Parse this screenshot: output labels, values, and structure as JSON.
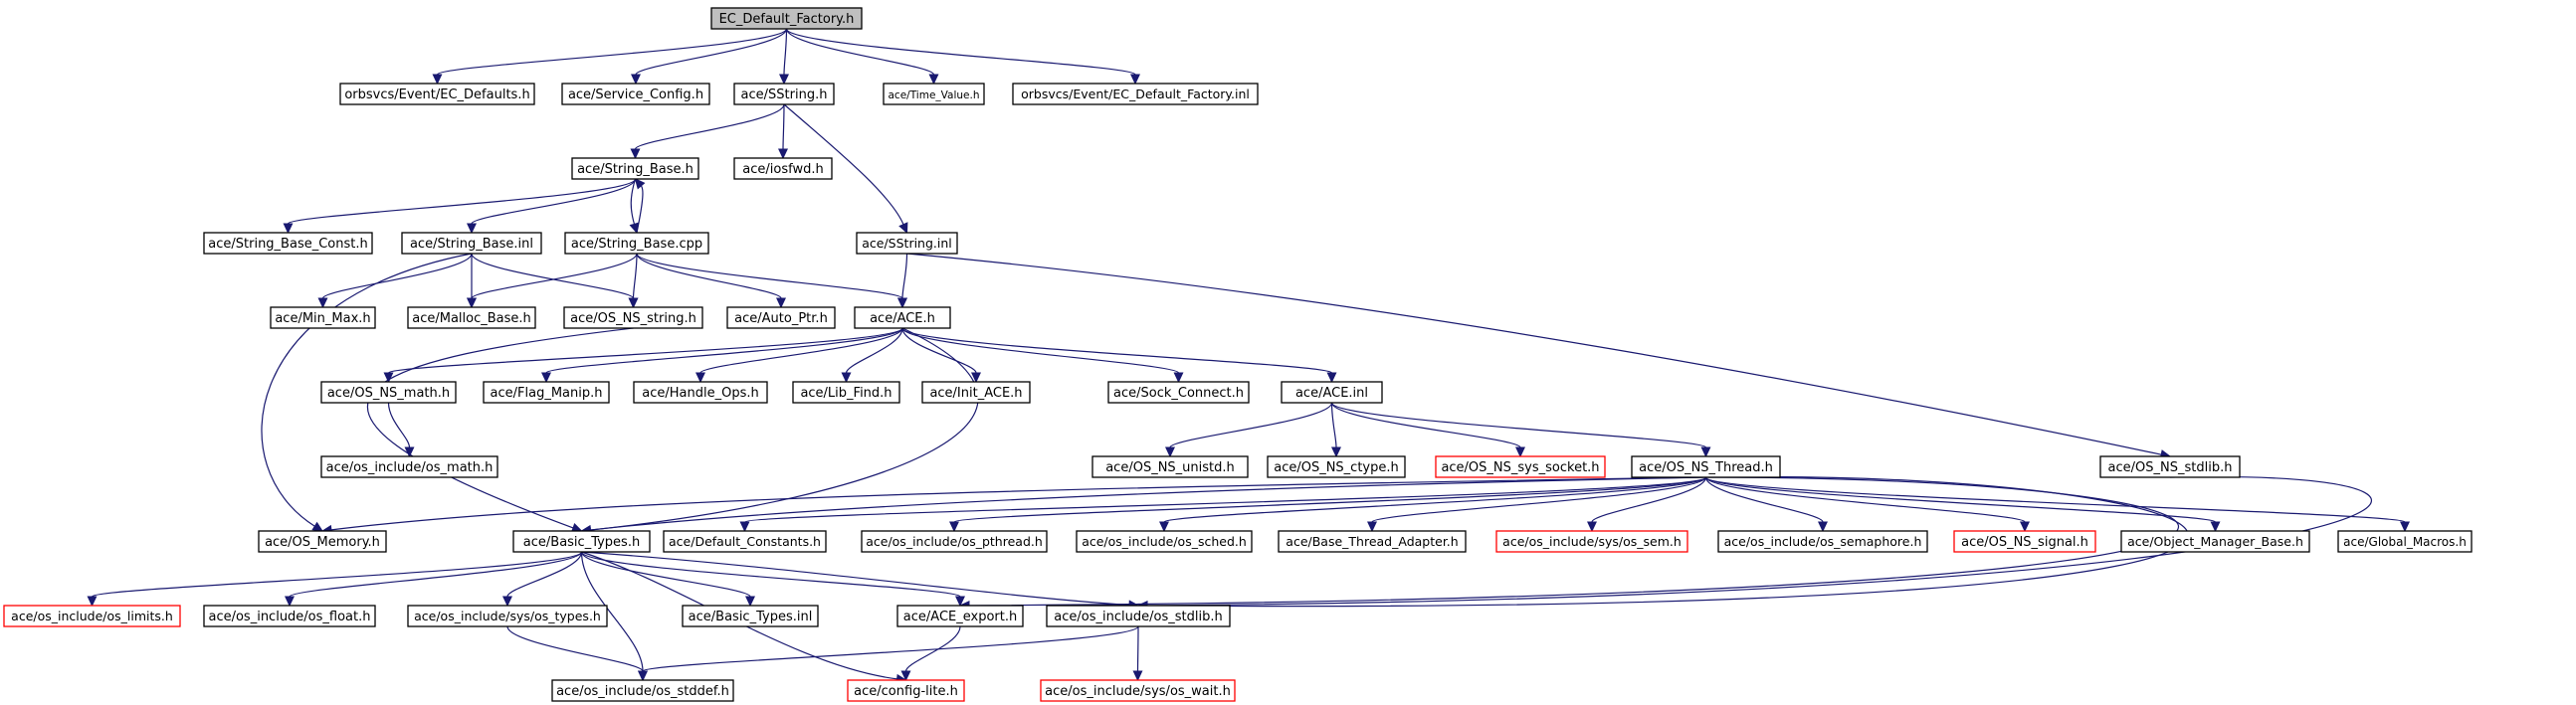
{
  "diagram": {
    "type": "include-dependency-graph",
    "colors": {
      "edge": "#191970",
      "root_fill": "#bfbfbf",
      "node_border": "#000000",
      "missing_border": "#ff0000"
    },
    "nodes": [
      {
        "id": "root",
        "label": "EC_Default_Factory.h",
        "kind": "root"
      },
      {
        "id": "ec_defaults",
        "label": "orbsvcs/Event/EC_Defaults.h",
        "kind": "normal"
      },
      {
        "id": "service_config",
        "label": "ace/Service_Config.h",
        "kind": "normal"
      },
      {
        "id": "sstring_h",
        "label": "ace/SString.h",
        "kind": "normal"
      },
      {
        "id": "time_value",
        "label": "ace/Time_Value.h",
        "kind": "normal"
      },
      {
        "id": "ec_factory_inl",
        "label": "orbsvcs/Event/EC_Default_Factory.inl",
        "kind": "normal"
      },
      {
        "id": "string_base_h",
        "label": "ace/String_Base.h",
        "kind": "normal"
      },
      {
        "id": "iosfwd",
        "label": "ace/iosfwd.h",
        "kind": "normal"
      },
      {
        "id": "string_base_const",
        "label": "ace/String_Base_Const.h",
        "kind": "normal"
      },
      {
        "id": "string_base_inl",
        "label": "ace/String_Base.inl",
        "kind": "normal"
      },
      {
        "id": "string_base_cpp",
        "label": "ace/String_Base.cpp",
        "kind": "normal"
      },
      {
        "id": "sstring_inl",
        "label": "ace/SString.inl",
        "kind": "normal"
      },
      {
        "id": "min_max",
        "label": "ace/Min_Max.h",
        "kind": "normal"
      },
      {
        "id": "malloc_base",
        "label": "ace/Malloc_Base.h",
        "kind": "normal"
      },
      {
        "id": "os_ns_string",
        "label": "ace/OS_NS_string.h",
        "kind": "normal"
      },
      {
        "id": "auto_ptr",
        "label": "ace/Auto_Ptr.h",
        "kind": "normal"
      },
      {
        "id": "ace_h",
        "label": "ace/ACE.h",
        "kind": "normal"
      },
      {
        "id": "os_ns_math",
        "label": "ace/OS_NS_math.h",
        "kind": "normal"
      },
      {
        "id": "flag_manip",
        "label": "ace/Flag_Manip.h",
        "kind": "normal"
      },
      {
        "id": "handle_ops",
        "label": "ace/Handle_Ops.h",
        "kind": "normal"
      },
      {
        "id": "lib_find",
        "label": "ace/Lib_Find.h",
        "kind": "normal"
      },
      {
        "id": "init_ace",
        "label": "ace/Init_ACE.h",
        "kind": "normal"
      },
      {
        "id": "sock_connect",
        "label": "ace/Sock_Connect.h",
        "kind": "normal"
      },
      {
        "id": "ace_inl",
        "label": "ace/ACE.inl",
        "kind": "normal"
      },
      {
        "id": "os_math",
        "label": "ace/os_include/os_math.h",
        "kind": "normal"
      },
      {
        "id": "os_ns_unistd",
        "label": "ace/OS_NS_unistd.h",
        "kind": "normal"
      },
      {
        "id": "os_ns_ctype",
        "label": "ace/OS_NS_ctype.h",
        "kind": "normal"
      },
      {
        "id": "os_ns_sys_socket",
        "label": "ace/OS_NS_sys_socket.h",
        "kind": "missing"
      },
      {
        "id": "os_ns_thread",
        "label": "ace/OS_NS_Thread.h",
        "kind": "normal"
      },
      {
        "id": "os_ns_stdlib",
        "label": "ace/OS_NS_stdlib.h",
        "kind": "normal"
      },
      {
        "id": "os_memory",
        "label": "ace/OS_Memory.h",
        "kind": "normal"
      },
      {
        "id": "basic_types_h",
        "label": "ace/Basic_Types.h",
        "kind": "normal"
      },
      {
        "id": "default_constants",
        "label": "ace/Default_Constants.h",
        "kind": "normal"
      },
      {
        "id": "os_pthread",
        "label": "ace/os_include/os_pthread.h",
        "kind": "normal"
      },
      {
        "id": "os_sched",
        "label": "ace/os_include/os_sched.h",
        "kind": "normal"
      },
      {
        "id": "base_thread_adapter",
        "label": "ace/Base_Thread_Adapter.h",
        "kind": "normal"
      },
      {
        "id": "os_sem",
        "label": "ace/os_include/sys/os_sem.h",
        "kind": "missing"
      },
      {
        "id": "os_semaphore",
        "label": "ace/os_include/os_semaphore.h",
        "kind": "normal"
      },
      {
        "id": "os_ns_signal",
        "label": "ace/OS_NS_signal.h",
        "kind": "missing"
      },
      {
        "id": "object_manager_base",
        "label": "ace/Object_Manager_Base.h",
        "kind": "normal"
      },
      {
        "id": "global_macros",
        "label": "ace/Global_Macros.h",
        "kind": "normal"
      },
      {
        "id": "os_limits",
        "label": "ace/os_include/os_limits.h",
        "kind": "missing"
      },
      {
        "id": "os_float",
        "label": "ace/os_include/os_float.h",
        "kind": "normal"
      },
      {
        "id": "os_types",
        "label": "ace/os_include/sys/os_types.h",
        "kind": "normal"
      },
      {
        "id": "basic_types_inl",
        "label": "ace/Basic_Types.inl",
        "kind": "normal"
      },
      {
        "id": "ace_export",
        "label": "ace/ACE_export.h",
        "kind": "normal"
      },
      {
        "id": "os_stdlib",
        "label": "ace/os_include/os_stdlib.h",
        "kind": "normal"
      },
      {
        "id": "os_stddef",
        "label": "ace/os_include/os_stddef.h",
        "kind": "normal"
      },
      {
        "id": "config_lite",
        "label": "ace/config-lite.h",
        "kind": "missing"
      },
      {
        "id": "os_wait",
        "label": "ace/os_include/sys/os_wait.h",
        "kind": "missing"
      }
    ],
    "edges": [
      {
        "from": "root",
        "to": "ec_defaults"
      },
      {
        "from": "root",
        "to": "service_config"
      },
      {
        "from": "root",
        "to": "sstring_h"
      },
      {
        "from": "root",
        "to": "time_value"
      },
      {
        "from": "root",
        "to": "ec_factory_inl"
      },
      {
        "from": "sstring_h",
        "to": "string_base_h"
      },
      {
        "from": "sstring_h",
        "to": "iosfwd"
      },
      {
        "from": "sstring_h",
        "to": "sstring_inl"
      },
      {
        "from": "string_base_h",
        "to": "string_base_const"
      },
      {
        "from": "string_base_h",
        "to": "string_base_inl"
      },
      {
        "from": "string_base_h",
        "to": "string_base_cpp"
      },
      {
        "from": "string_base_cpp",
        "to": "string_base_h"
      },
      {
        "from": "string_base_inl",
        "to": "min_max"
      },
      {
        "from": "string_base_inl",
        "to": "malloc_base"
      },
      {
        "from": "string_base_inl",
        "to": "os_ns_string"
      },
      {
        "from": "string_base_inl",
        "to": "os_memory"
      },
      {
        "from": "string_base_cpp",
        "to": "malloc_base"
      },
      {
        "from": "string_base_cpp",
        "to": "os_ns_string"
      },
      {
        "from": "string_base_cpp",
        "to": "auto_ptr"
      },
      {
        "from": "string_base_cpp",
        "to": "ace_h"
      },
      {
        "from": "sstring_inl",
        "to": "ace_h"
      },
      {
        "from": "sstring_inl",
        "to": "os_ns_stdlib"
      },
      {
        "from": "os_ns_string",
        "to": "basic_types_h"
      },
      {
        "from": "ace_h",
        "to": "os_ns_math"
      },
      {
        "from": "ace_h",
        "to": "flag_manip"
      },
      {
        "from": "ace_h",
        "to": "handle_ops"
      },
      {
        "from": "ace_h",
        "to": "lib_find"
      },
      {
        "from": "ace_h",
        "to": "init_ace"
      },
      {
        "from": "ace_h",
        "to": "sock_connect"
      },
      {
        "from": "ace_h",
        "to": "ace_inl"
      },
      {
        "from": "ace_h",
        "to": "basic_types_h"
      },
      {
        "from": "os_ns_math",
        "to": "os_math"
      },
      {
        "from": "ace_inl",
        "to": "os_ns_unistd"
      },
      {
        "from": "ace_inl",
        "to": "os_ns_ctype"
      },
      {
        "from": "ace_inl",
        "to": "os_ns_sys_socket"
      },
      {
        "from": "ace_inl",
        "to": "os_ns_thread"
      },
      {
        "from": "os_ns_stdlib",
        "to": "os_stdlib"
      },
      {
        "from": "os_ns_thread",
        "to": "os_memory"
      },
      {
        "from": "os_ns_thread",
        "to": "basic_types_h"
      },
      {
        "from": "os_ns_thread",
        "to": "default_constants"
      },
      {
        "from": "os_ns_thread",
        "to": "os_pthread"
      },
      {
        "from": "os_ns_thread",
        "to": "os_sched"
      },
      {
        "from": "os_ns_thread",
        "to": "base_thread_adapter"
      },
      {
        "from": "os_ns_thread",
        "to": "os_sem"
      },
      {
        "from": "os_ns_thread",
        "to": "os_semaphore"
      },
      {
        "from": "os_ns_thread",
        "to": "os_ns_signal"
      },
      {
        "from": "os_ns_thread",
        "to": "object_manager_base"
      },
      {
        "from": "os_ns_thread",
        "to": "global_macros"
      },
      {
        "from": "os_ns_thread",
        "to": "ace_export"
      },
      {
        "from": "os_ns_thread",
        "to": "os_stdlib"
      },
      {
        "from": "basic_types_h",
        "to": "os_limits"
      },
      {
        "from": "basic_types_h",
        "to": "os_float"
      },
      {
        "from": "basic_types_h",
        "to": "os_types"
      },
      {
        "from": "basic_types_h",
        "to": "basic_types_inl"
      },
      {
        "from": "basic_types_h",
        "to": "ace_export"
      },
      {
        "from": "basic_types_h",
        "to": "os_stdlib"
      },
      {
        "from": "basic_types_h",
        "to": "os_stddef"
      },
      {
        "from": "basic_types_h",
        "to": "config_lite"
      },
      {
        "from": "os_types",
        "to": "os_stddef"
      },
      {
        "from": "os_stdlib",
        "to": "os_stddef"
      },
      {
        "from": "os_stdlib",
        "to": "os_wait"
      },
      {
        "from": "ace_export",
        "to": "config_lite"
      }
    ]
  }
}
